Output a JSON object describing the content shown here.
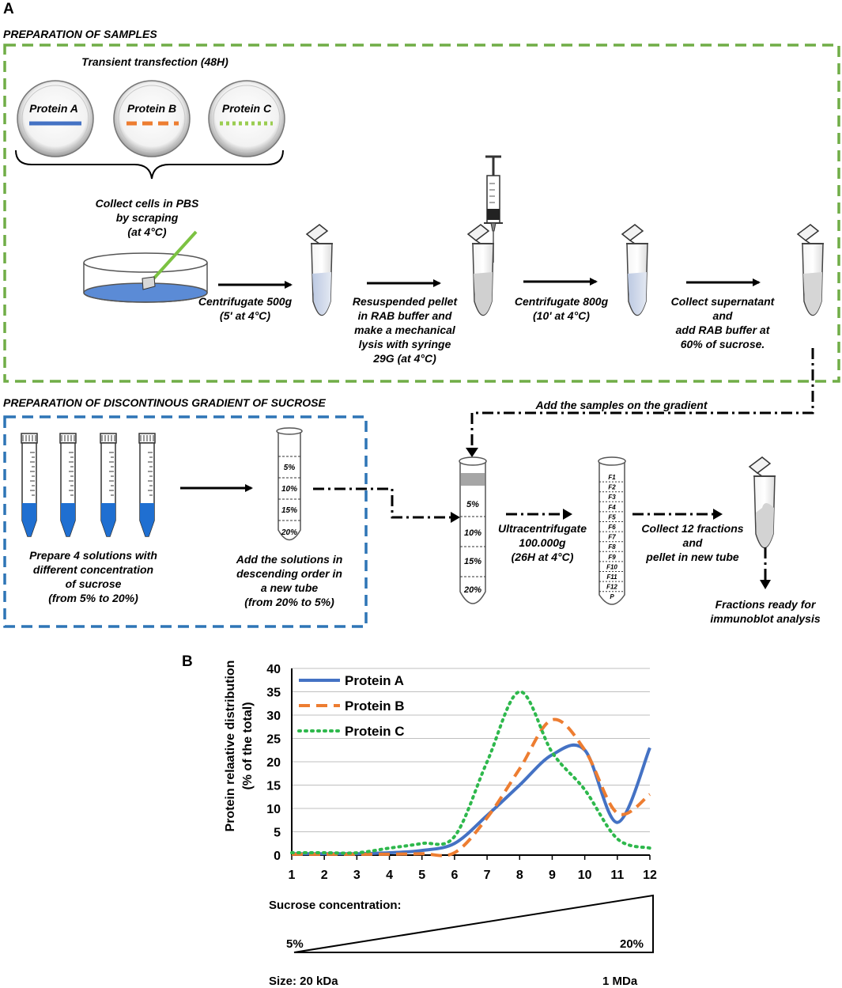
{
  "panel_a": {
    "label": "A",
    "section1_title": "PREPARATION OF SAMPLES",
    "transfection_title": "Transient transfection (48H)",
    "proteins": [
      {
        "name": "Protein A",
        "color": "#4472c4",
        "line": "solid"
      },
      {
        "name": "Protein B",
        "color": "#ed7d31",
        "line": "dashed"
      },
      {
        "name": "Protein C",
        "color": "#70c040",
        "line": "dotted"
      }
    ],
    "collect": [
      "Collect cells in PBS",
      "by scraping",
      "(at 4°C)"
    ],
    "step1": [
      "Centrifugate 500g",
      "(5' at 4°C)"
    ],
    "step2": [
      "Resuspended pellet",
      "in RAB buffer and",
      "make a mechanical",
      "lysis with syringe",
      "29G (at 4°C)"
    ],
    "step3": [
      "Centrifugate 800g",
      "(10' at 4°C)"
    ],
    "step4": [
      "Collect supernatant",
      "and",
      "add RAB buffer at",
      "60% of sucrose."
    ],
    "section2_title": "PREPARATION OF DISCONTINOUS GRADIENT OF SUCROSE",
    "prepare": [
      "Prepare 4 solutions with",
      "different concentration",
      "of  sucrose",
      "(from 5% to 20%)"
    ],
    "add_solutions": [
      "Add the solutions in",
      "descending order in",
      "a new tube",
      "(from 20% to 5%)"
    ],
    "tube_levels": [
      "5%",
      "10%",
      "15%",
      "20%"
    ],
    "add_samples": "Add the samples on the gradient",
    "ultra": [
      "Ultracentrifugate",
      "100.000g",
      "(26H at 4°C)"
    ],
    "fractions": [
      "F1",
      "F2",
      "F3",
      "F4",
      "F5",
      "F6",
      "F7",
      "F8",
      "F9",
      "F10",
      "F11",
      "F12",
      "P"
    ],
    "collect12": [
      "Collect 12 fractions",
      "and",
      "pellet in new tube"
    ],
    "ready": [
      "Fractions ready for",
      "immunoblot analysis"
    ],
    "colors": {
      "green_box": "#70ad47",
      "blue_box": "#2e75b6",
      "solution_blue": "#1f6fd1"
    }
  },
  "panel_b": {
    "label": "B",
    "sucrose_label": "Sucrose concentration:",
    "low": "5%",
    "high": "20%",
    "size_low": "Size: 20 kDa",
    "size_high": "1 MDa"
  },
  "chart_data": {
    "type": "line",
    "title": "",
    "xlabel": "",
    "ylabel_lines": [
      "Protein relaative  distribution",
      "(% of the total)"
    ],
    "x": [
      1,
      2,
      3,
      4,
      5,
      6,
      7,
      8,
      9,
      10,
      11,
      12
    ],
    "xlim": [
      1,
      12
    ],
    "ylim": [
      0,
      40
    ],
    "yticks": [
      0,
      5,
      10,
      15,
      20,
      25,
      30,
      35,
      40
    ],
    "grid": true,
    "legend_position": "top-left",
    "series": [
      {
        "name": "Protein A",
        "color": "#4472c4",
        "dash": "solid",
        "values": [
          0.3,
          0.3,
          0.3,
          0.5,
          1.0,
          2.5,
          8.5,
          15.0,
          21.5,
          22.5,
          7.0,
          23.0
        ]
      },
      {
        "name": "Protein B",
        "color": "#ed7d31",
        "dash": "dashed",
        "values": [
          0.2,
          0.2,
          0.2,
          0.2,
          0.3,
          0.5,
          8.0,
          18.5,
          29.0,
          22.5,
          9.0,
          13.0
        ]
      },
      {
        "name": "Protein C",
        "color": "#2eb84c",
        "dash": "dotted",
        "values": [
          0.5,
          0.5,
          0.5,
          1.5,
          2.5,
          4.0,
          20.0,
          35.0,
          22.0,
          14.0,
          3.5,
          1.5
        ]
      }
    ]
  }
}
